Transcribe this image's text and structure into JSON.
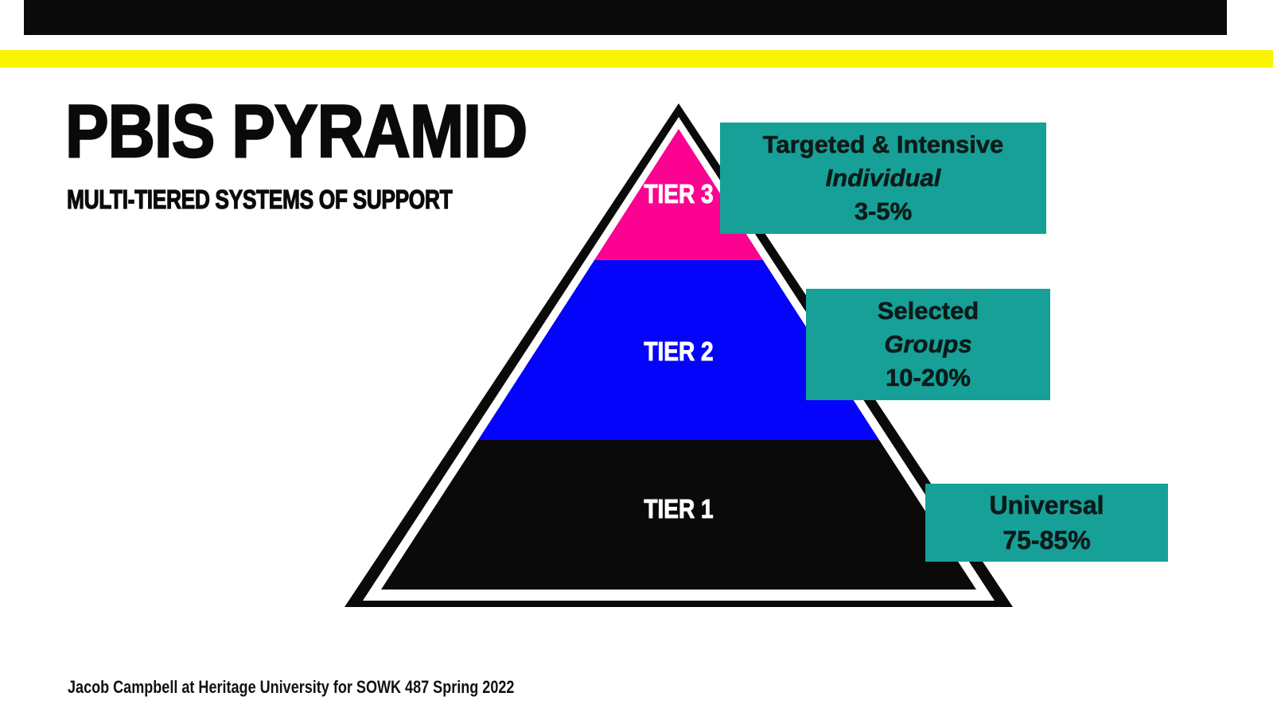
{
  "page": {
    "title": "PBIS PYRAMID",
    "subtitle": "MULTI-TIERED SYSTEMS OF SUPPORT",
    "footer": "Jacob Campbell at Heritage University for SOWK 487 Spring 2022"
  },
  "colors": {
    "top_bar": "#0A0A0A",
    "accent_yellow": "#FAF400",
    "pyramid_outline": "#0A0A0A",
    "tier3_pink": "#FB0291",
    "tier2_blue": "#0404FA",
    "tier1_black": "#0A0A0A",
    "tier_label_text": "#FFFFFF",
    "callout_teal": "#17A098",
    "callout_text": "#0B1B19",
    "background": "#FFFFFF"
  },
  "pyramid": {
    "tiers": [
      {
        "label": "TIER 3",
        "color": "#FB0291",
        "callout": {
          "lines": [
            "Targeted & Intensive",
            "Individual",
            "3-5%"
          ]
        }
      },
      {
        "label": "TIER 2",
        "color": "#0404FA",
        "callout": {
          "lines": [
            "Selected",
            "Groups",
            "10-20%"
          ]
        }
      },
      {
        "label": "TIER 1",
        "color": "#0A0A0A",
        "callout": {
          "lines": [
            "Universal",
            "75-85%"
          ]
        }
      }
    ]
  }
}
